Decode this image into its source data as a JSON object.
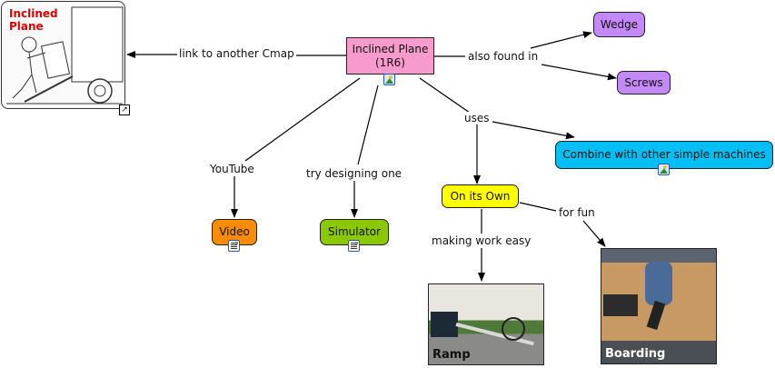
{
  "concepts": {
    "main": {
      "line1": "Inclined Plane",
      "line2": "(1R6)",
      "color": "#f79bcc"
    },
    "wedge": {
      "label": "Wedge",
      "color": "#c389f7"
    },
    "screws": {
      "label": "Screws",
      "color": "#c389f7"
    },
    "combine": {
      "label": "Combine with other simple machines",
      "color": "#00bff4"
    },
    "video": {
      "label": "Video",
      "color": "#fb8b00"
    },
    "simulator": {
      "label": "Simulator",
      "color": "#8cc800"
    },
    "on_its_own": {
      "label": "On its Own",
      "color": "#ffff00"
    },
    "ramp": {
      "caption": "Ramp"
    },
    "boarding": {
      "caption": "Boarding"
    },
    "linked_cmap": {
      "title_line1": "Inclined",
      "title_line2": "Plane",
      "title_color": "#e00000"
    }
  },
  "linking_phrases": {
    "link_cmap": "link to another Cmap",
    "also_found_in": "also found in",
    "uses": "uses",
    "youtube": "YouTube",
    "try_designing": "try designing one",
    "for_fun": "for fun",
    "making_work_easy": "making work easy"
  },
  "icons": {
    "main_resource": "image-resource-icon",
    "combine_resource": "image-resource-icon",
    "video_resource": "document-resource-icon",
    "simulator_resource": "document-resource-icon",
    "cmap_link": "shortcut-arrow-icon"
  }
}
